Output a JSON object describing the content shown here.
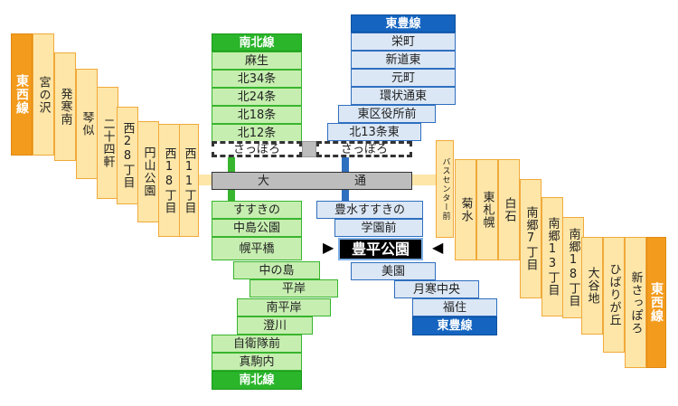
{
  "tozai_left": {
    "line": "東西線",
    "stations": [
      "宮の沢",
      "発寒南",
      "琴似",
      "二十四軒",
      "西28丁目",
      "円山公園",
      "西18丁目",
      "西11丁目"
    ]
  },
  "odori": {
    "char1": "大",
    "char2": "通"
  },
  "bus_center": "バスセンター前",
  "tozai_right": {
    "stations": [
      "菊水",
      "東札幌",
      "白石",
      "南郷7丁目",
      "南郷13丁目",
      "南郷18丁目",
      "大谷地",
      "ひばりが丘",
      "新さっぽろ"
    ],
    "line": "東西線"
  },
  "namboku": {
    "line": "南北線",
    "north": [
      "麻生",
      "北34条",
      "北24条",
      "北18条",
      "北12条"
    ],
    "sapporo": "さっぽろ",
    "south": [
      "すすきの",
      "中島公園",
      "幌平橋",
      "中の島",
      "平岸",
      "南平岸",
      "澄川",
      "自衛隊前",
      "真駒内"
    ],
    "line_bottom": "南北線"
  },
  "toho": {
    "line": "東豊線",
    "north": [
      "栄町",
      "新道東",
      "元町",
      "環状通東",
      "東区役所前",
      "北13条東"
    ],
    "sapporo": "さっぽろ",
    "south": [
      "豊水すすきの",
      "学園前"
    ],
    "current": "豊平公園",
    "south2": [
      "美園",
      "月寒中央",
      "福住"
    ],
    "line_bottom": "東豊線"
  },
  "colors": {
    "namboku": "#2ab52a",
    "toho": "#1565c0",
    "tozai": "#f39b1d"
  }
}
